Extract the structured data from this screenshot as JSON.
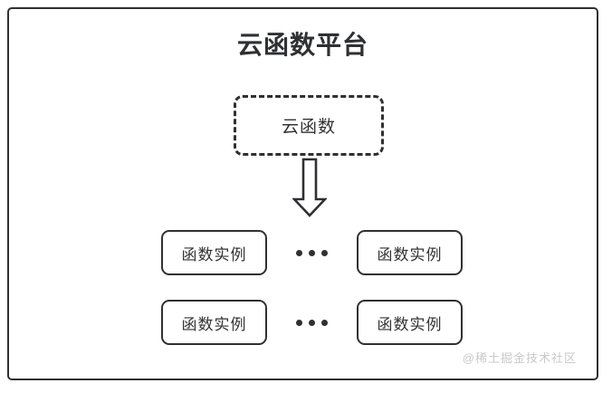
{
  "diagram": {
    "title": "云函数平台",
    "cloud_function": {
      "label": "云函数",
      "border_style": "dashed"
    },
    "arrow": {
      "icon": "down-block-arrow",
      "direction": "down"
    },
    "instance_rows": [
      {
        "left": {
          "label": "函数实例"
        },
        "separator": "...",
        "right": {
          "label": "函数实例"
        }
      },
      {
        "left": {
          "label": "函数实例"
        },
        "separator": "...",
        "right": {
          "label": "函数实例"
        }
      }
    ],
    "watermark": "@稀土掘金技术社区",
    "colors": {
      "stroke": "#2f3032",
      "text": "#333333",
      "background": "#ffffff",
      "watermark": "#c9c9c9"
    }
  }
}
